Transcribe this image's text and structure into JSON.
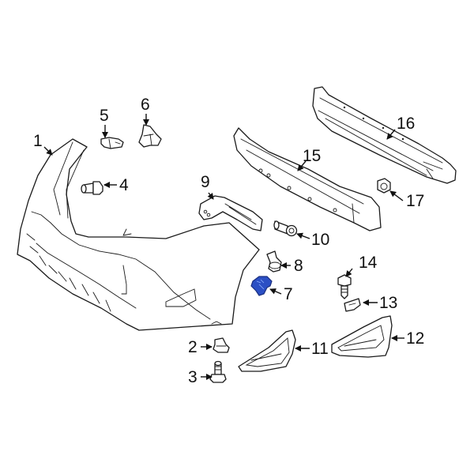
{
  "diagram": {
    "type": "exploded-parts-diagram",
    "subject": "Front bumper cover assembly",
    "highlight_color": "#2b4fc4",
    "highlighted_part": "7",
    "callouts": [
      {
        "id": "1",
        "label": "1"
      },
      {
        "id": "2",
        "label": "2"
      },
      {
        "id": "3",
        "label": "3"
      },
      {
        "id": "4",
        "label": "4"
      },
      {
        "id": "5",
        "label": "5"
      },
      {
        "id": "6",
        "label": "6"
      },
      {
        "id": "7",
        "label": "7"
      },
      {
        "id": "8",
        "label": "8"
      },
      {
        "id": "9",
        "label": "9"
      },
      {
        "id": "10",
        "label": "10"
      },
      {
        "id": "11",
        "label": "11"
      },
      {
        "id": "12",
        "label": "12"
      },
      {
        "id": "13",
        "label": "13"
      },
      {
        "id": "14",
        "label": "14"
      },
      {
        "id": "15",
        "label": "15"
      },
      {
        "id": "16",
        "label": "16"
      },
      {
        "id": "17",
        "label": "17"
      }
    ]
  }
}
